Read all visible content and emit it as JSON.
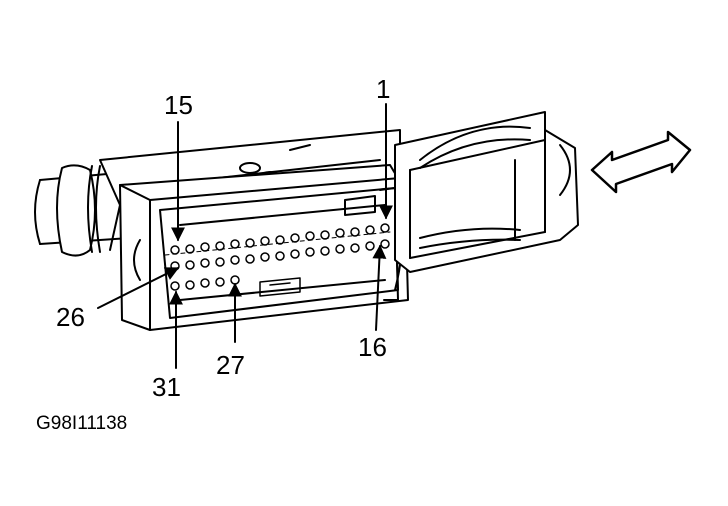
{
  "figure": {
    "id": "G98I11138",
    "callouts": {
      "pin_15": "15",
      "pin_1": "1",
      "pin_26": "26",
      "pin_16": "16",
      "pin_27": "27",
      "pin_31": "31"
    },
    "direction_icon": "double-headed-arrow"
  }
}
